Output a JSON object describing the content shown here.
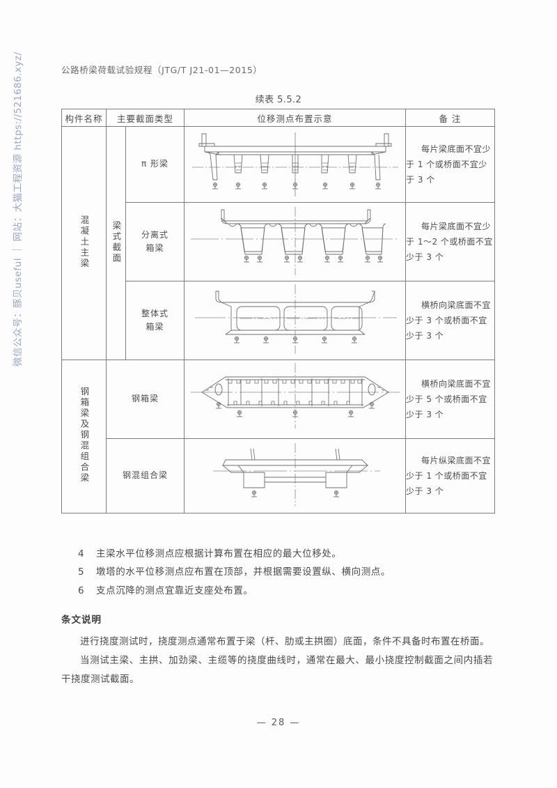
{
  "running_head": "公路桥梁荷载试验规程（JTG/T J21-01—2015）",
  "watermark": "微信公众号：豚贝useful ｜ 网站：大猫工程资源 https://521686.xyz/",
  "table": {
    "caption": "续表 5.5.2",
    "headers": {
      "component": "构件名称",
      "section_type": "主要截面类型",
      "diagram": "位移测点布置示意",
      "remark": "备  注"
    },
    "groups": [
      {
        "component": "混凝土主梁",
        "sub_group": "梁式截面",
        "rows": [
          {
            "section_type": "π 形梁",
            "diagram_kind": "pi-girder",
            "remark": "每片梁底面不宜少于 1 个或桥面不宜少于 3 个"
          },
          {
            "section_type": "分离式\n箱梁",
            "diagram_kind": "separated-box-girder",
            "remark": "每片梁底面不宜少于 1～2 个或桥面不宜少于 3 个"
          },
          {
            "section_type": "整体式\n箱梁",
            "diagram_kind": "integral-box-girder",
            "remark": "横桥向梁底面不宜少于 3 个或桥面不宜少于 3 个"
          }
        ]
      },
      {
        "component": "钢箱梁及钢混组合梁",
        "sub_group": "",
        "rows": [
          {
            "section_type": "钢箱梁",
            "diagram_kind": "steel-box-girder",
            "remark": "横桥向梁底面不宜少于 5 个或桥面不宜少于 3 个"
          },
          {
            "section_type": "钢混组合梁",
            "diagram_kind": "steel-concrete-composite-girder",
            "remark": "每片纵梁底面不宜少于 1 个或桥面不宜少于 3 个"
          }
        ]
      }
    ]
  },
  "clauses": [
    {
      "num": "4",
      "text": "主梁水平位移测点应根据计算布置在相应的最大位移处。"
    },
    {
      "num": "5",
      "text": "墩塔的水平位移测点应布置在顶部，并根据需要设置纵、横向测点。"
    },
    {
      "num": "6",
      "text": "支点沉降的测点宜靠近支座处布置。"
    }
  ],
  "explanation": {
    "heading": "条文说明",
    "paragraphs": [
      "进行挠度测试时，挠度测点通常布置于梁（杆、肋或主拱圈）底面，条件不具备时布置在桥面。",
      "当测试主梁、主拱、加劲梁、主缆等的挠度曲线时，通常在最大、最小挠度控制截面之间内插若干挠度测试截面。"
    ]
  },
  "folio": "— 28 —",
  "colors": {
    "line": "#7b7b7b",
    "drawing": "#6f6f6f",
    "text": "#4a4a4a",
    "watermark": "#9aa8c4"
  }
}
